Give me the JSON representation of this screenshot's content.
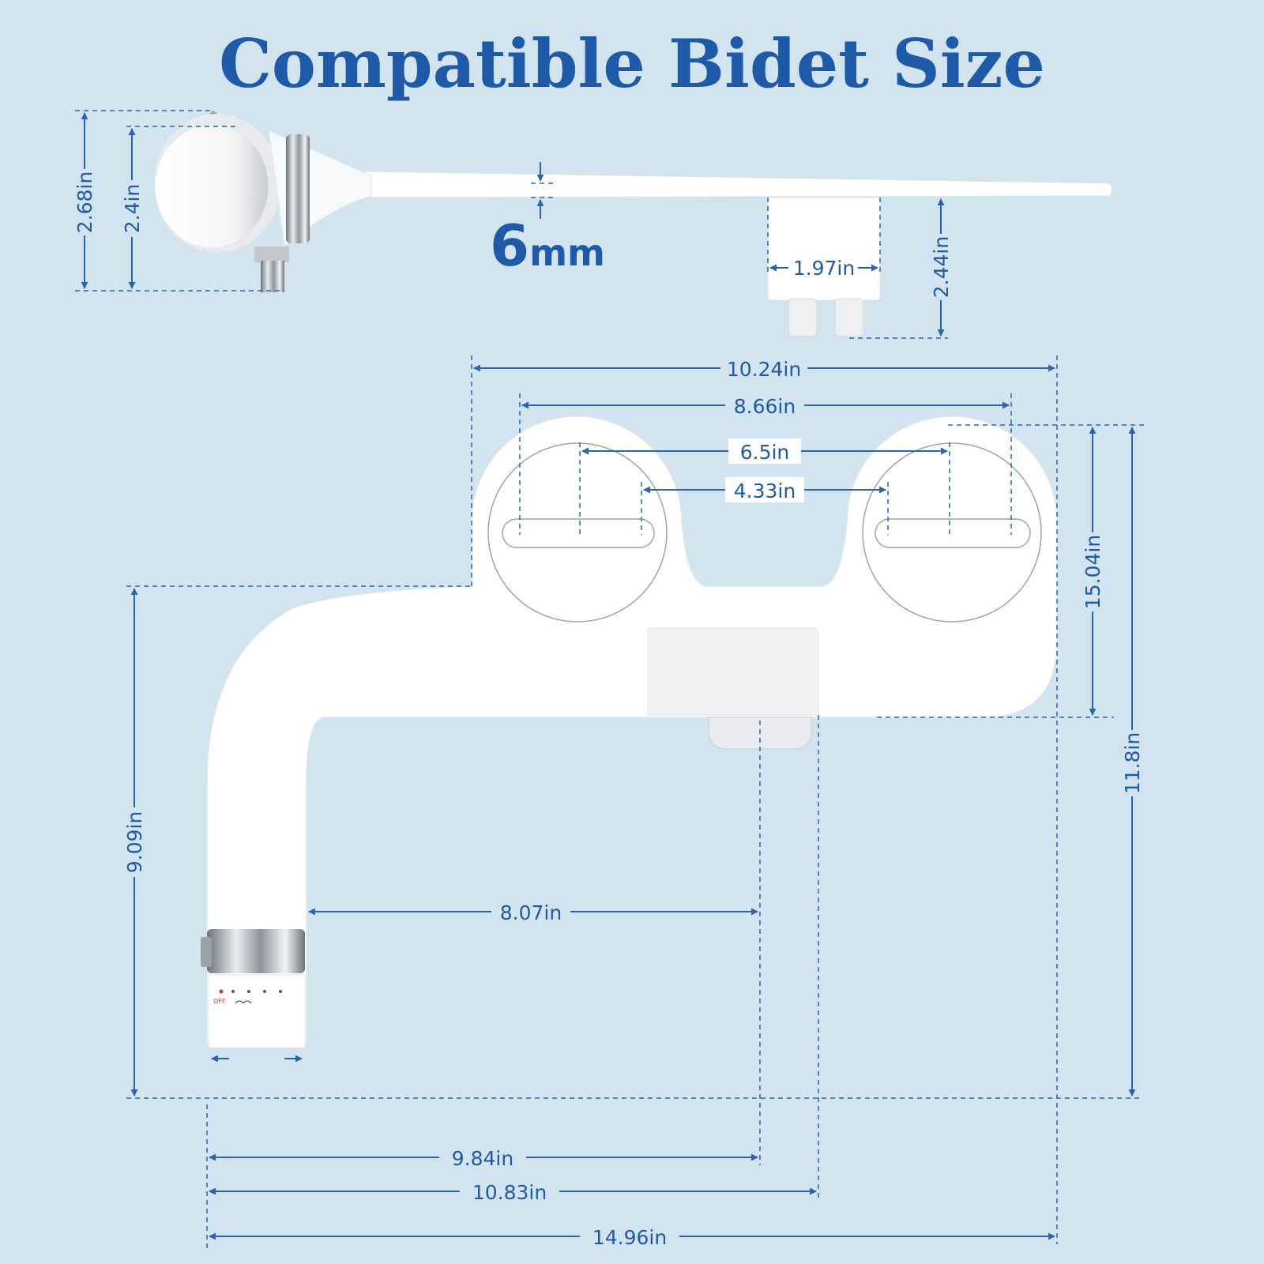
{
  "title": "Compatible Bidet Size",
  "colors": {
    "background": "#d3e4f1",
    "accent": "#1f5aa8",
    "product": "#ffffff",
    "chrome": "#9aa1a8"
  },
  "thickness": {
    "value": "6",
    "unit": "mm"
  },
  "side_view": {
    "height_outer": "2.68in",
    "height_inner": "2.4in",
    "valve_width": "1.97in",
    "valve_height": "2.44in"
  },
  "top_view": {
    "width_outer": "10.24in",
    "width_slots_outer": "8.66in",
    "width_slots_mid": "6.5in",
    "width_slots_inner": "4.33in",
    "height_plate": "15.04in",
    "height_total": "11.8in",
    "height_arm": "9.09in",
    "nozzle_offset": "8.07in",
    "length_to_connector": "9.84in",
    "length_to_body": "10.83in",
    "length_total": "14.96in"
  },
  "dial": {
    "off_label": "OFF"
  }
}
